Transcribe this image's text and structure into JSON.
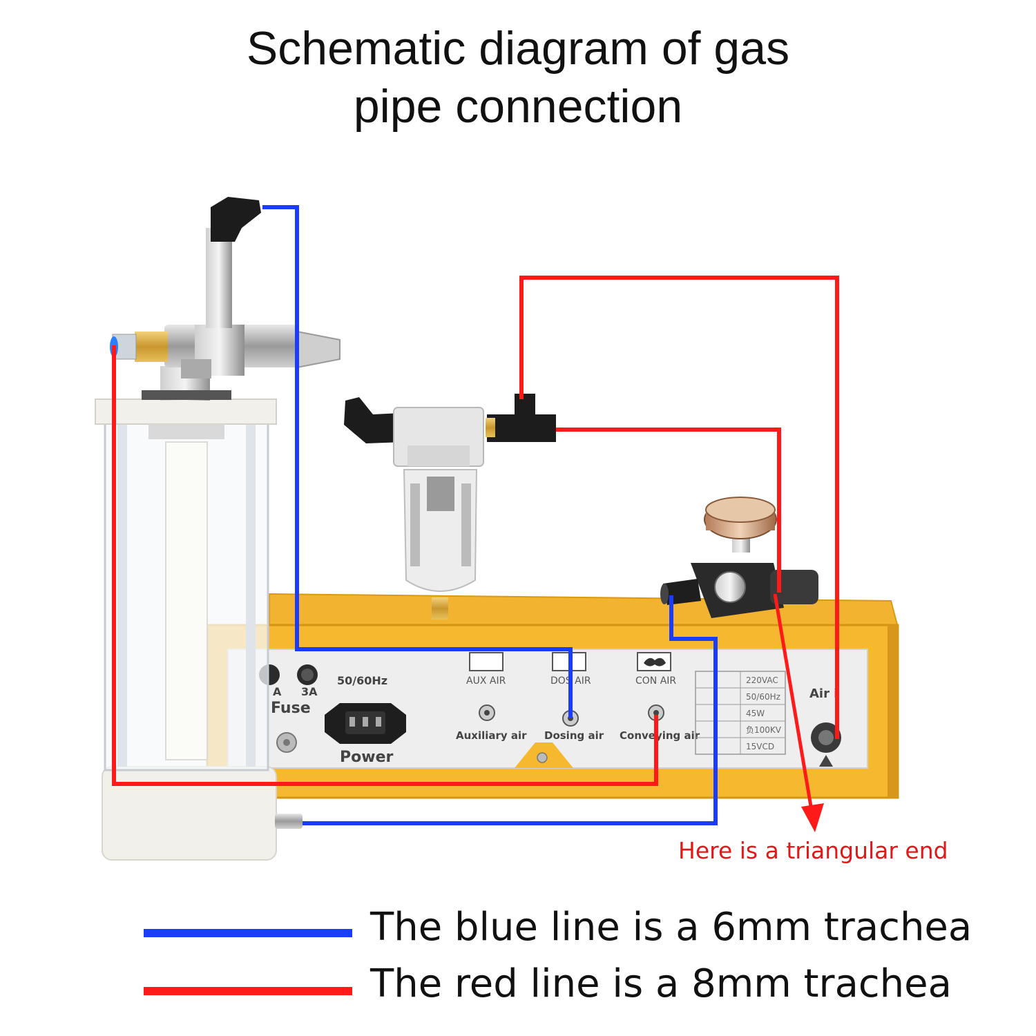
{
  "title": {
    "line1": "Schematic diagram of gas",
    "line2": "pipe connection"
  },
  "panel": {
    "freq_label": "50/60Hz",
    "power_label": "Power",
    "fuse_label": "Fuse",
    "fuse_ratings": [
      "A",
      "3A"
    ],
    "aux_air_top": "AUX AIR",
    "aux_air_bottom": "Auxiliary air",
    "dos_air_top": "DOS AIR",
    "dos_air_bottom": "Dosing air",
    "con_air_top": "CON AIR",
    "con_air_bottom": "Conveying air",
    "air_in_label": "Air i",
    "spec_values": [
      "220VAC",
      "50/60Hz",
      "45W",
      "负100KV",
      "15VCD"
    ]
  },
  "annotation": {
    "triangular_end": "Here is a triangular end"
  },
  "legend": {
    "blue_text": "The blue line is a 6mm trachea",
    "red_text": "The red line is a 8mm trachea"
  },
  "colors": {
    "blue_line": "#1a3cff",
    "red_line": "#ff1a1a",
    "cabinet": "#f5b82e",
    "panel": "#eeeeee"
  }
}
